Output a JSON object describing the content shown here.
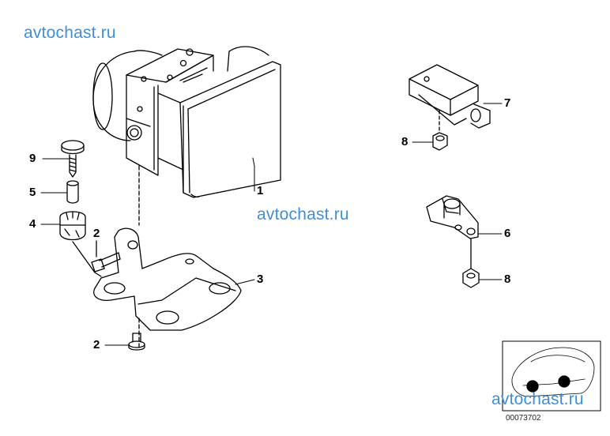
{
  "watermarks": {
    "top_left": "avtochast.ru",
    "middle": "avtochast.ru",
    "bottom_right": "avtochast.ru"
  },
  "callouts": {
    "c1": "1",
    "c2a": "2",
    "c2b": "2",
    "c3": "3",
    "c4": "4",
    "c5": "5",
    "c6": "6",
    "c7": "7",
    "c8a": "8",
    "c8b": "8",
    "c9": "9"
  },
  "diagram_code": "00073702"
}
